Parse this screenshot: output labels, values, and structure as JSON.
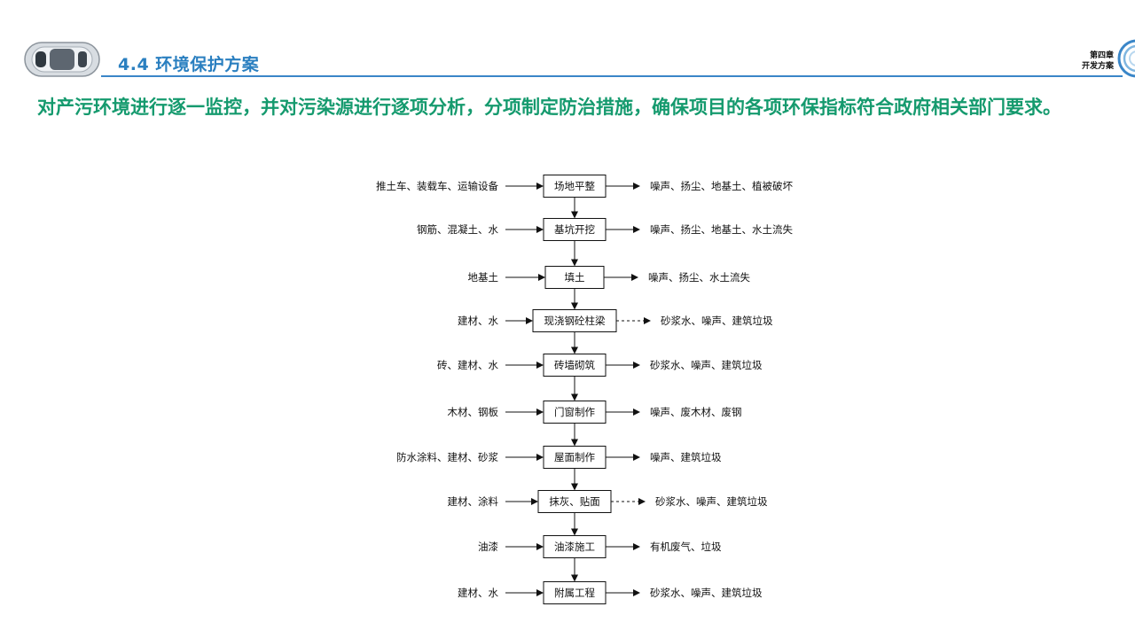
{
  "header": {
    "section_title": "4.4 环境保护方案",
    "chapter_line1": "第四章",
    "chapter_line2": "开发方案",
    "icons": [
      "car-logo-icon",
      "swirl-logo-icon"
    ]
  },
  "lead_text": "对产污环境进行逐一监控，并对污染源进行逐项分析，分项制定防治措施，确保项目的各项环保指标符合政府相关部门要求。",
  "colors": {
    "title_blue": "#2a7fc0",
    "lead_green": "#159a6e",
    "line_blue": "#3a86c8"
  },
  "flow": {
    "steps": [
      {
        "process": "场地平整",
        "input": "推土车、装载车、运输设备",
        "output": "噪声、扬尘、地基土、植被破坏",
        "output_dashed": false
      },
      {
        "process": "基坑开挖",
        "input": "钢筋、混凝土、水",
        "output": "噪声、扬尘、地基土、水土流失",
        "output_dashed": false
      },
      {
        "process": "填土",
        "input": "地基土",
        "output": "噪声、扬尘、水土流失",
        "output_dashed": false
      },
      {
        "process": "现浇钢砼柱梁",
        "input": "建材、水",
        "output": "砂浆水、噪声、建筑垃圾",
        "output_dashed": true
      },
      {
        "process": "砖墙砌筑",
        "input": "砖、建材、水",
        "output": "砂浆水、噪声、建筑垃圾",
        "output_dashed": false
      },
      {
        "process": "门窗制作",
        "input": "木材、钢板",
        "output": "噪声、废木材、废钢",
        "output_dashed": false
      },
      {
        "process": "屋面制作",
        "input": "防水涂料、建材、砂浆",
        "output": "噪声、建筑垃圾",
        "output_dashed": false
      },
      {
        "process": "抹灰、贴面",
        "input": "建材、涂料",
        "output": "砂浆水、噪声、建筑垃圾",
        "output_dashed": true
      },
      {
        "process": "油漆施工",
        "input": "油漆",
        "output": "有机废气、垃圾",
        "output_dashed": false
      },
      {
        "process": "附属工程",
        "input": "建材、水",
        "output": "砂浆水、噪声、建筑垃圾",
        "output_dashed": false
      }
    ]
  }
}
